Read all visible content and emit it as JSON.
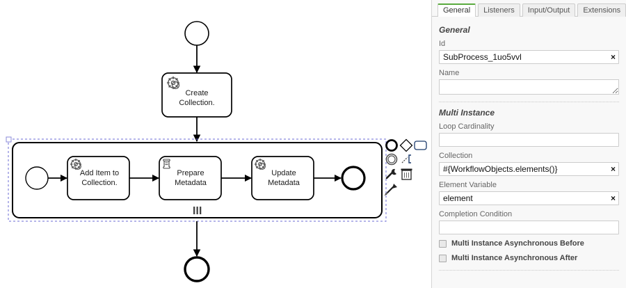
{
  "canvas": {
    "diagram_type": "bpmn",
    "elements": {
      "start_event": "start-event",
      "task_create_collection": "Create\nCollection.",
      "task_create_collection_line1": "Create",
      "task_create_collection_line2": "Collection.",
      "subprocess_start_event": "start-event",
      "task_add_item_line1": "Add Item to",
      "task_add_item_line2": "Collection.",
      "task_prepare_line1": "Prepare",
      "task_prepare_line2": "Metadata",
      "task_update_line1": "Update",
      "task_update_line2": "Metadata",
      "subprocess_end_event": "end-event",
      "end_event": "end-event",
      "multi_instance_marker": "parallel-multi-instance"
    },
    "context_pad": [
      {
        "name": "append-end-event-icon",
        "glyph": "end-event"
      },
      {
        "name": "append-gateway-icon",
        "glyph": "gateway"
      },
      {
        "name": "append-task-icon",
        "glyph": "task"
      },
      {
        "name": "append-intermediate-event-icon",
        "glyph": "intermediate-event"
      },
      {
        "name": "append-text-annotation-icon",
        "glyph": "text-annotation"
      },
      {
        "name": "wrench-icon",
        "glyph": "wrench"
      },
      {
        "name": "delete-icon",
        "glyph": "trash"
      },
      {
        "name": "connect-icon",
        "glyph": "connect"
      }
    ]
  },
  "panel": {
    "tabs": [
      {
        "label": "General",
        "active": true
      },
      {
        "label": "Listeners",
        "active": false
      },
      {
        "label": "Input/Output",
        "active": false
      },
      {
        "label": "Extensions",
        "active": false
      }
    ],
    "general": {
      "heading": "General",
      "id": {
        "label": "Id",
        "value": "SubProcess_1uo5vvl",
        "clear": "×"
      },
      "name": {
        "label": "Name",
        "value": "",
        "placeholder": ""
      }
    },
    "multi_instance": {
      "heading": "Multi Instance",
      "loop_cardinality": {
        "label": "Loop Cardinality",
        "value": ""
      },
      "collection": {
        "label": "Collection",
        "value": "#{WorkflowObjects.elements()}",
        "clear": "×"
      },
      "element_variable": {
        "label": "Element Variable",
        "value": "element",
        "clear": "×"
      },
      "completion_condition": {
        "label": "Completion Condition",
        "value": ""
      },
      "async_before": {
        "label": "Multi Instance Asynchronous Before",
        "checked": false
      },
      "async_after": {
        "label": "Multi Instance Asynchronous After",
        "checked": false
      }
    }
  },
  "colors": {
    "accent": "#5aab3e",
    "panel_bg": "#f8f8f8",
    "stroke": "#000000",
    "selection": "#6b6bd6"
  }
}
